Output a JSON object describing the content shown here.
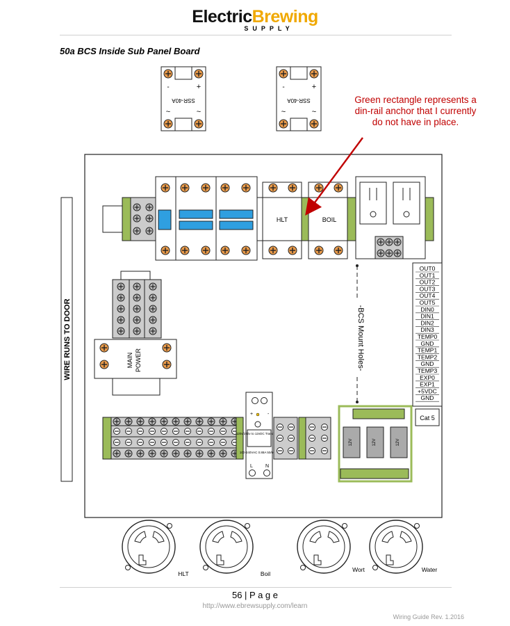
{
  "header": {
    "logo_electric": "Electric",
    "logo_brewing": "Brewing",
    "logo_supply": "SUPPLY"
  },
  "heading": "50a BCS Inside Sub Panel Board",
  "callout": {
    "line1": "Green rectangle represents a",
    "line2": "din-rail anchor that I currently",
    "line3": "do not have in place."
  },
  "ssr": {
    "label": "SSR-40A",
    "plus": "+",
    "minus": "-",
    "tilde": "~"
  },
  "components": {
    "wire_runs": "WIRE RUNS TO DOOR",
    "hlt_relay": "HLT",
    "boil_relay": "BOIL",
    "main_power_line1": "MAIN",
    "main_power_line2": "POWER",
    "mount_holes": "-BCS Mount Holes-",
    "cat5": "Cat 5",
    "transformer_title": "120v/240v to 12vDC Transformer",
    "transformer_specs": "100-240VAC 0.88A 50/60Hz",
    "transformer_l": "L",
    "transformer_n": "N",
    "relay_12v": "12V"
  },
  "bcs_pins": [
    "OUT0",
    "OUT1",
    "OUT2",
    "OUT3",
    "OUT4",
    "OUT5",
    "DIN0",
    "DIN1",
    "DIN2",
    "DIN3",
    "TEMP0",
    "GND",
    "TEMP1",
    "TEMP2",
    "GND",
    "TEMP3",
    "EXP0",
    "EXP1",
    "+5VDC",
    "GND"
  ],
  "outlets": [
    {
      "label": "HLT"
    },
    {
      "label": "Boil"
    },
    {
      "label": "Wort"
    },
    {
      "label": "Water"
    }
  ],
  "footer": {
    "page": "56 | P a g e",
    "url": "http://www.ebrewsupply.com/learn",
    "rev": "Wiring Guide Rev. 1.2016"
  },
  "colors": {
    "brand_yellow": "#f0a800",
    "callout_red": "#c00000",
    "din_green": "#9bbb59",
    "fuse_blue": "#2f9fe0",
    "terminal_orange": "#d9822b"
  }
}
